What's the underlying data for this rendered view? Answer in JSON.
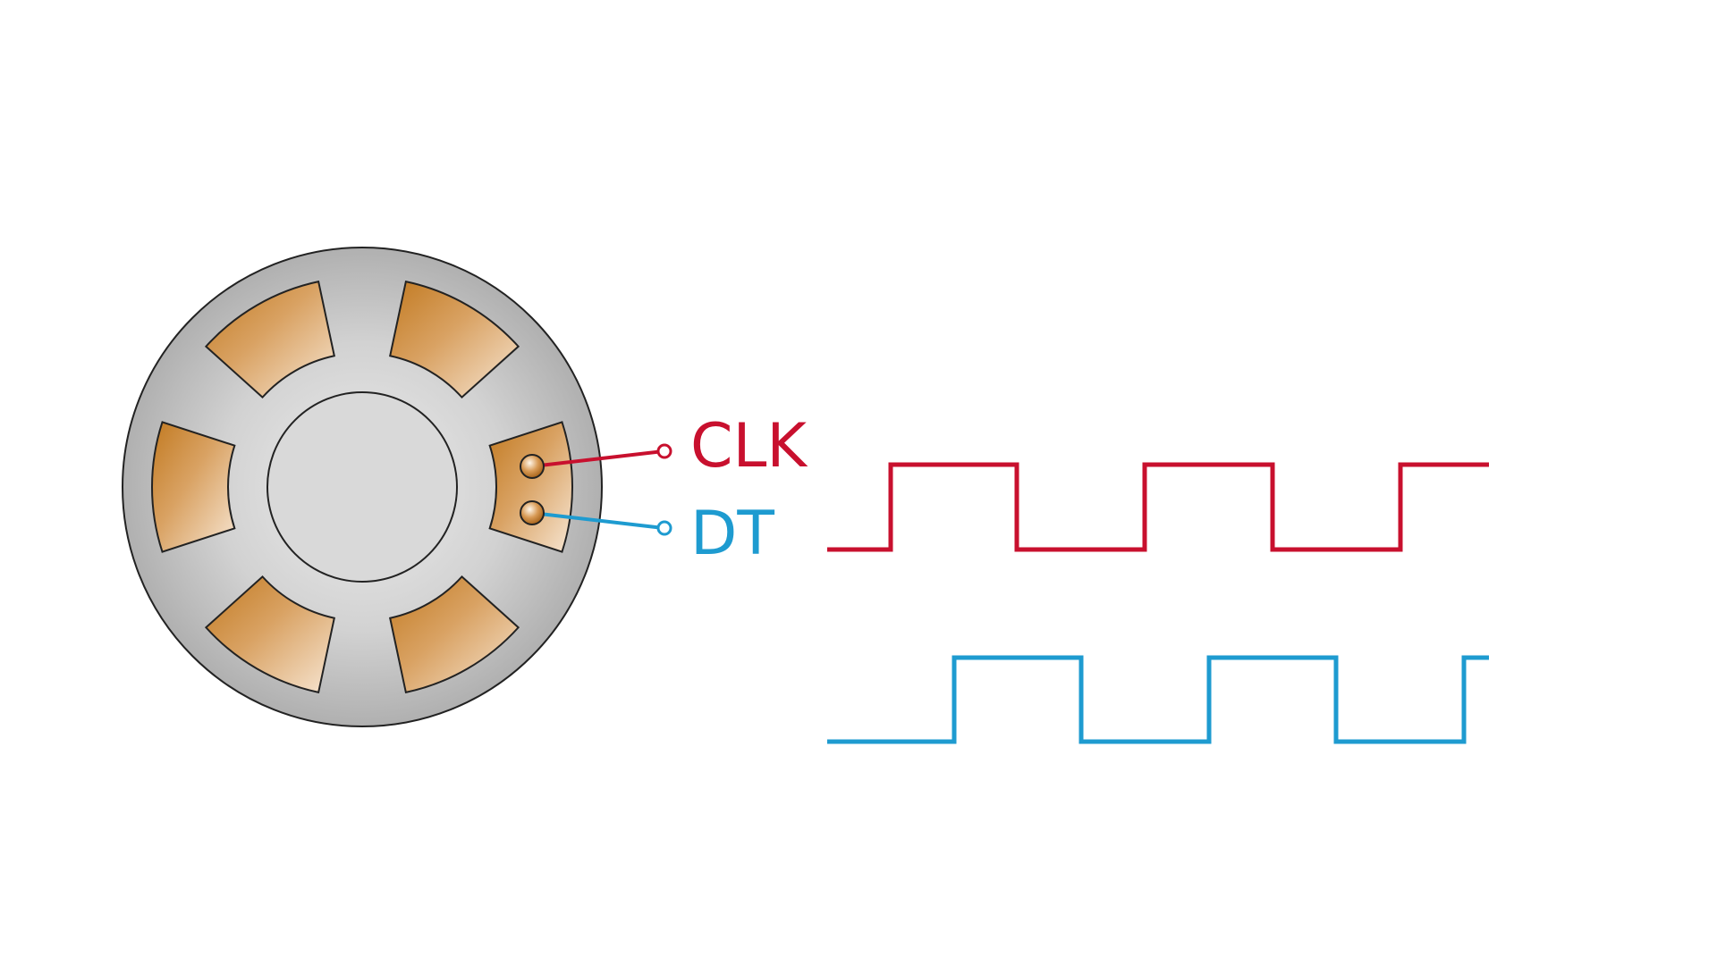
{
  "labels": {
    "clk": "CLK",
    "dt": "DT"
  },
  "colors": {
    "clk": "#c8102e",
    "dt": "#1e9bd0",
    "disc_outer": "#b4b4b4",
    "disc_center": "#ececec",
    "hub": "#d9d9d9",
    "contact_dark": "#c27a21",
    "contact_light": "#f7e6d3",
    "outline": "#222222"
  },
  "encoder": {
    "contact_pads": 6,
    "pins": [
      {
        "name": "clk-pin",
        "signal": "clk"
      },
      {
        "name": "dt-pin",
        "signal": "dt"
      }
    ]
  },
  "waveforms": {
    "clk": {
      "levels": [
        0,
        1,
        0,
        1,
        0,
        1
      ]
    },
    "dt": {
      "levels": [
        0,
        1,
        0,
        1,
        0,
        1
      ]
    }
  }
}
